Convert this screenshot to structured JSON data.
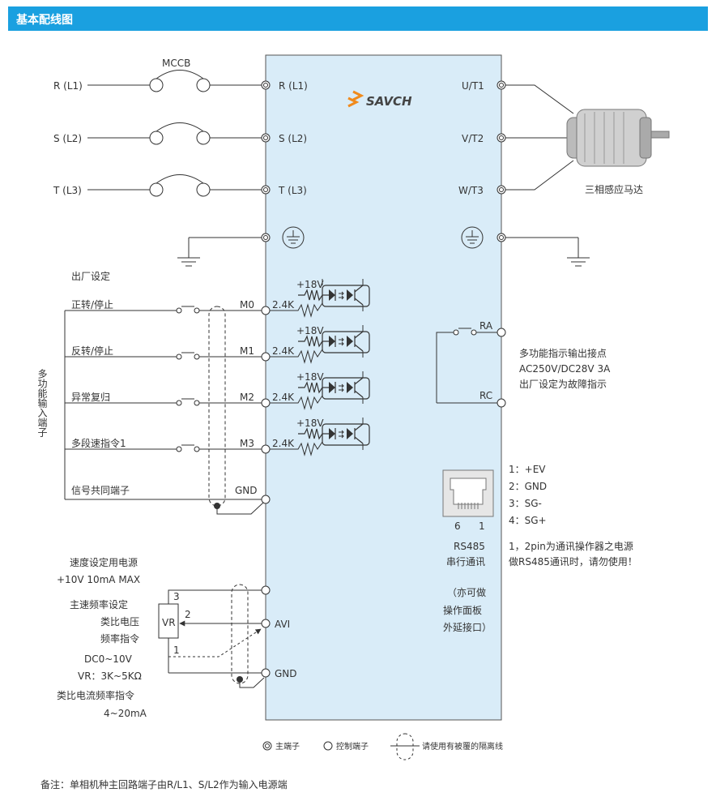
{
  "header": {
    "title": "基本配线图"
  },
  "breaker": "MCCB",
  "inputs": {
    "left": [
      "R (L1)",
      "S (L2)",
      "T (L3)"
    ],
    "inner": [
      "R (L1)",
      "S (L2)",
      "T (L3)"
    ]
  },
  "outputs": [
    "U/T1",
    "V/T2",
    "W/T3"
  ],
  "motor_label": "三相感应马达",
  "brand": "SAVCH",
  "factory_setting": "出厂设定",
  "multi_input_vertical": "多功能输入端子",
  "digital_inputs": [
    {
      "label": "正转/停止",
      "terminal": "M0"
    },
    {
      "label": "反转/停止",
      "terminal": "M1"
    },
    {
      "label": "异常复归",
      "terminal": "M2"
    },
    {
      "label": "多段速指令1",
      "terminal": "M3"
    }
  ],
  "opto_voltage": "+18V",
  "resistor": "2.4K",
  "common_label": "信号共同端子",
  "gnd": "GND",
  "relay": {
    "ra": "RA",
    "rc": "RC",
    "desc": [
      "多功能指示输出接点",
      "AC250V/DC28V 3A",
      "出厂设定为故障指示"
    ]
  },
  "rs485": {
    "pins_legend": [
      "1：+EV",
      "2：GND",
      "3：SG-",
      "4：SG+"
    ],
    "pin6": "6",
    "pin1": "1",
    "title": [
      "RS485",
      "串行通讯"
    ],
    "panel": [
      "（亦可做",
      "操作面板",
      "外延接口）"
    ],
    "note": [
      "1，2pin为通讯操作器之电源",
      "做RS485通讯时，请勿使用！"
    ]
  },
  "analog": {
    "power": [
      "速度设定用电源",
      "+10V 10mA MAX"
    ],
    "freq": [
      "主速频率设定",
      "类比电压",
      "频率指令"
    ],
    "vr": "VR",
    "pins": [
      "3",
      "2",
      "1"
    ],
    "range": "DC0~10V",
    "vr_range": "VR：3K~5KΩ",
    "current": [
      "类比电流频率指令",
      "4~20mA"
    ],
    "avi": "AVI",
    "gnd": "GND"
  },
  "legend": {
    "main": "主端子",
    "control": "控制端子",
    "shield": "请使用有被覆的隔离线"
  },
  "note": "备注：单相机种主回路端子由R/L1、S/L2作为输入电源端"
}
